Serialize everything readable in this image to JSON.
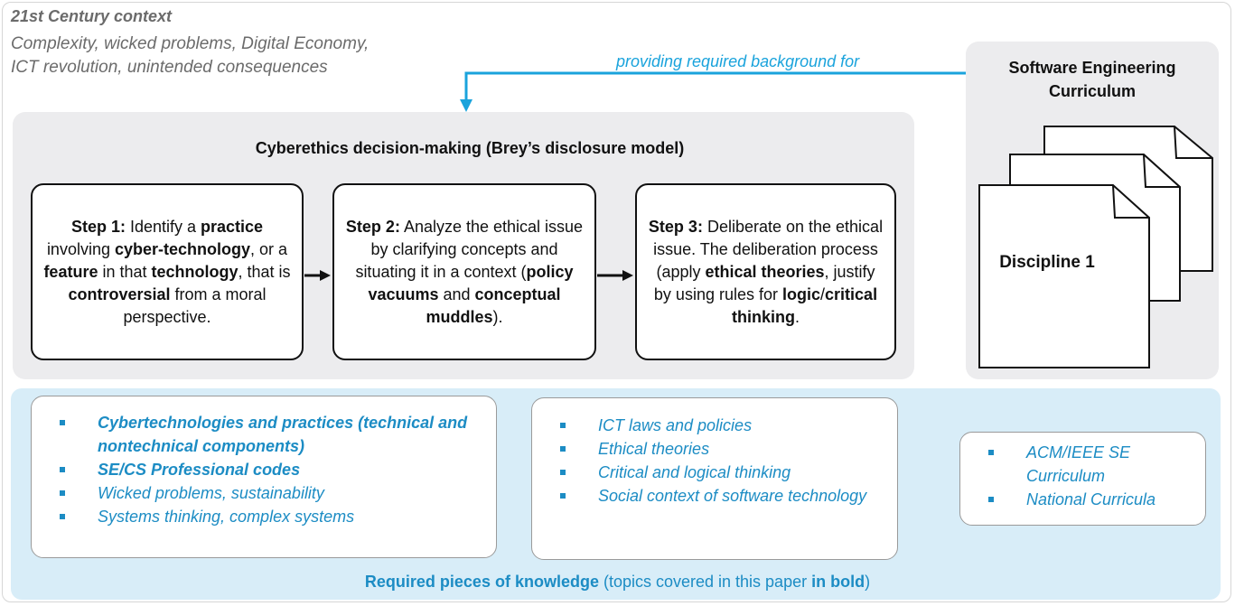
{
  "context": {
    "title": "21st Century context",
    "line1": "Complexity, wicked problems, Digital Economy,",
    "line2": "ICT revolution, unintended consequences"
  },
  "arrow_label": "providing required background for",
  "curriculum": {
    "title_line1": "Software Engineering",
    "title_line2": "Curriculum",
    "doc_label": "Discipline 1"
  },
  "decision": {
    "title": "Cyberethics decision-making (Brey’s disclosure model)",
    "steps": [
      {
        "label": "Step 1:",
        "text": "Identify a practice involving cyber-technology, or a feature in that technology, that is controversial from a moral perspective."
      },
      {
        "label": "Step 2:",
        "text": "Analyze the ethical issue by clarifying concepts and situating it in a context (policy vacuums and conceptual muddles)."
      },
      {
        "label": "Step 3:",
        "text": "Deliberate on the ethical issue. The deliberation process (apply ethical theories, justify by using rules for logic/critical thinking."
      }
    ]
  },
  "knowledge": {
    "box1": [
      {
        "text": "Cybertechnologies and practices (technical and nontechnical components)",
        "bold": true
      },
      {
        "text": "SE/CS Professional codes",
        "bold": true
      },
      {
        "text": "Wicked problems, sustainability",
        "bold": false
      },
      {
        "text": "Systems thinking, complex systems",
        "bold": false
      }
    ],
    "box2": [
      {
        "text": "ICT laws and policies"
      },
      {
        "text": "Ethical theories"
      },
      {
        "text": "Critical and logical thinking"
      },
      {
        "text": "Social context of software technology"
      }
    ],
    "box3": [
      {
        "text": "ACM/IEEE SE Curriculum"
      },
      {
        "text": "National Curricula"
      }
    ],
    "footer_bold1": "Required pieces of knowledge",
    "footer_mid": " (topics covered in this paper ",
    "footer_bold2": "in bold",
    "footer_end": ")"
  },
  "colors": {
    "accent": "#1aa3dc",
    "text_blue": "#1c8cc4",
    "panel_gray": "#ececee",
    "panel_blue": "#d8edf8"
  }
}
